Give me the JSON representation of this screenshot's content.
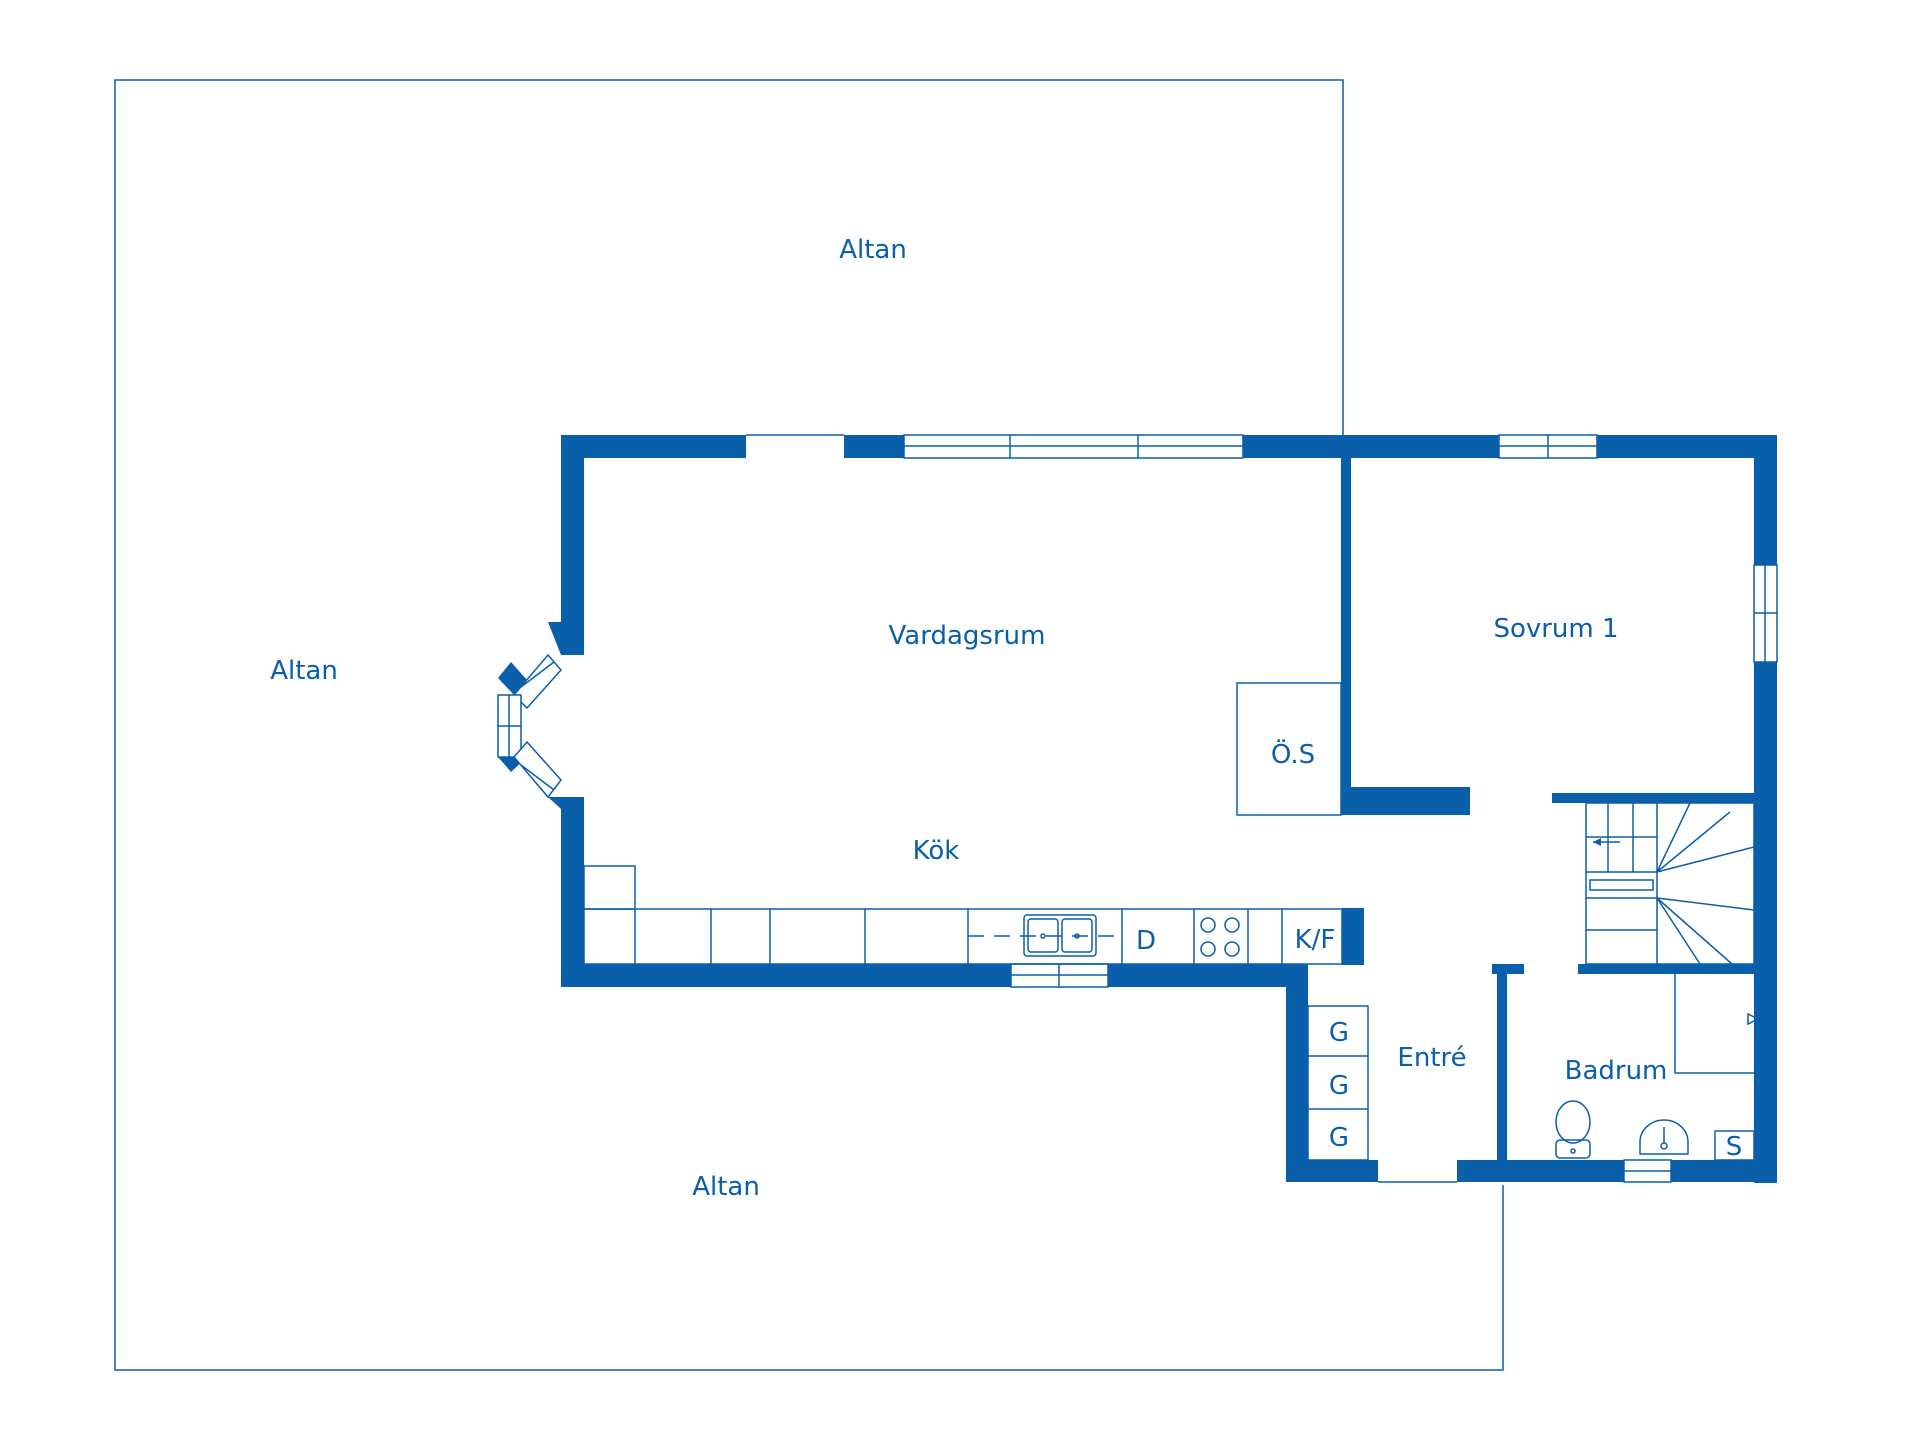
{
  "colors": {
    "primary": "#0a5faa",
    "background": "#ffffff"
  },
  "rooms": {
    "altan_top": "Altan",
    "altan_left": "Altan",
    "altan_bottom": "Altan",
    "vardagsrum": "Vardagsrum",
    "kok": "Kök",
    "sovrum": "Sovrum 1",
    "entre": "Entré",
    "badrum": "Badrum"
  },
  "fixtures": {
    "oppen_spis": "Ö.S",
    "diskmaskin": "D",
    "kyl_frys": "K/F",
    "garderob": "G",
    "tvattmaskin": "S"
  }
}
